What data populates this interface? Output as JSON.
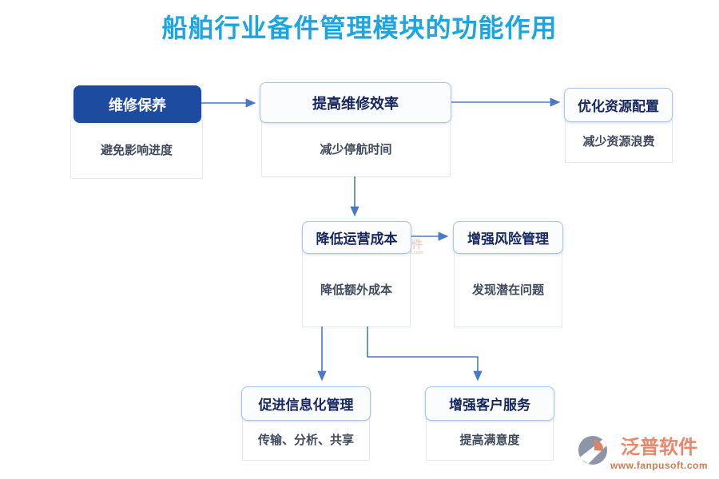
{
  "title": "船舶行业备件管理模块的功能作用",
  "nodes": [
    {
      "id": "maintenance",
      "label": "维修保养",
      "detail": "避免影响进度",
      "variant": "primary"
    },
    {
      "id": "repair-efficiency",
      "label": "提高维修效率",
      "detail": "减少停航时间",
      "variant": "light"
    },
    {
      "id": "resource-optimization",
      "label": "优化资源配置",
      "detail": "减少资源浪费",
      "variant": "light"
    },
    {
      "id": "operating-cost",
      "label": "降低运营成本",
      "detail": "降低额外成本",
      "variant": "light"
    },
    {
      "id": "risk-management",
      "label": "增强风险管理",
      "detail": "发现潜在问题",
      "variant": "light"
    },
    {
      "id": "informatization",
      "label": "促进信息化管理",
      "detail": "传输、分析、共享",
      "variant": "light"
    },
    {
      "id": "customer-service",
      "label": "增强客户服务",
      "detail": "提高满意度",
      "variant": "light"
    }
  ],
  "edges": [
    {
      "from": "维修保养",
      "to": "提高维修效率"
    },
    {
      "from": "提高维修效率",
      "to": "优化资源配置"
    },
    {
      "from": "提高维修效率",
      "to": "降低运营成本"
    },
    {
      "from": "降低运营成本",
      "to": "增强风险管理"
    },
    {
      "from": "降低运营成本",
      "to": "促进信息化管理"
    },
    {
      "from": "降低运营成本",
      "to": "增强客户服务"
    }
  ],
  "watermark": {
    "brand": "泛普软件",
    "url": "www.fanpusoft.com"
  },
  "footer": {
    "brand": "泛普软件",
    "url": "www.fanpusoft.com"
  },
  "colors": {
    "title": "#1CA5E0",
    "primary_header_bg": "#1D4B9F",
    "primary_header_text": "#FFFFFF",
    "header_text": "#16265E",
    "header_border": "#A9C4E5",
    "header_bg": "#FAFCFE",
    "body_text": "#3F4A5C",
    "body_border": "#E3E9F1",
    "arrow": "#4A79C4",
    "brand_salmon": "#E8876C",
    "brand_url": "#D9764F",
    "brand_gray": "#8C96A8",
    "brand_accent": "#DD8468"
  }
}
